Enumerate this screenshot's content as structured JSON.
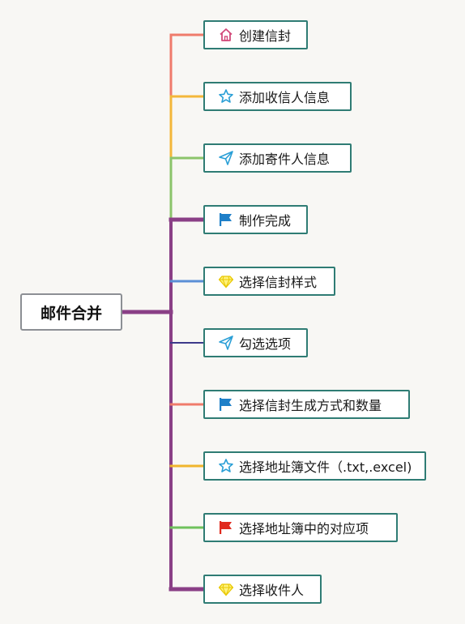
{
  "root": {
    "label": "邮件合并"
  },
  "nodes": [
    {
      "label": "创建信封",
      "icon": "home-icon",
      "line_color": "#ef7b6b"
    },
    {
      "label": "添加收信人信息",
      "icon": "star-icon",
      "line_color": "#f3b73a"
    },
    {
      "label": "添加寄件人信息",
      "icon": "send-icon",
      "line_color": "#8bc46a"
    },
    {
      "label": "制作完成",
      "icon": "flag-blue-icon",
      "line_color": "#8a3f86"
    },
    {
      "label": "选择信封样式",
      "icon": "diamond-icon",
      "line_color": "#5b8fd6"
    },
    {
      "label": "勾选选项",
      "icon": "send-icon",
      "line_color": "#3d3a8a"
    },
    {
      "label": "选择信封生成方式和数量",
      "icon": "flag-blue-icon",
      "line_color": "#ef7b6b"
    },
    {
      "label": "选择地址簿文件（.txt,.excel)",
      "icon": "star-icon",
      "line_color": "#f0b52c"
    },
    {
      "label": "选择地址簿中的对应项",
      "icon": "flag-red-icon",
      "line_color": "#6fc25c"
    },
    {
      "label": "选择收件人",
      "icon": "diamond-icon",
      "line_color": "#8a3f86"
    }
  ]
}
